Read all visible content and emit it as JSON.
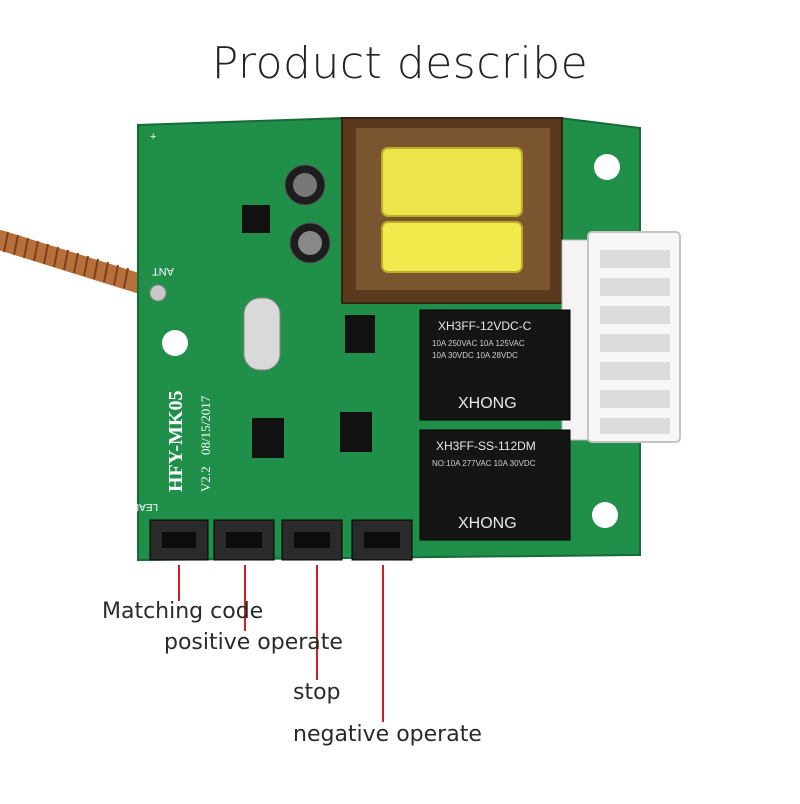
{
  "title": "Product describe",
  "board": {
    "model_marking": "HFY-MK05",
    "version_marking": "V2.2",
    "date_marking": "08/15/2017",
    "antenna_marking": "ANT",
    "learn_marking": "LEARN",
    "relay_top": {
      "brand": "XHONG",
      "model": "XH3FF-12VDC-C",
      "rating_1": "10A 250VAC 10A 125VAC",
      "rating_2": "10A 30VDC 10A 28VDC"
    },
    "relay_bottom": {
      "brand": "XHONG",
      "model": "XH3FF-SS-112DM",
      "rating_1": "NO:10A 277VAC 10A 30VDC"
    }
  },
  "callouts": {
    "matching_code": "Matching code",
    "positive_operate": "positive operate",
    "stop": "stop",
    "negative_operate": "negative operate"
  },
  "colors": {
    "pcb": "#1f8f4a",
    "leader_line": "#d21f1f"
  }
}
